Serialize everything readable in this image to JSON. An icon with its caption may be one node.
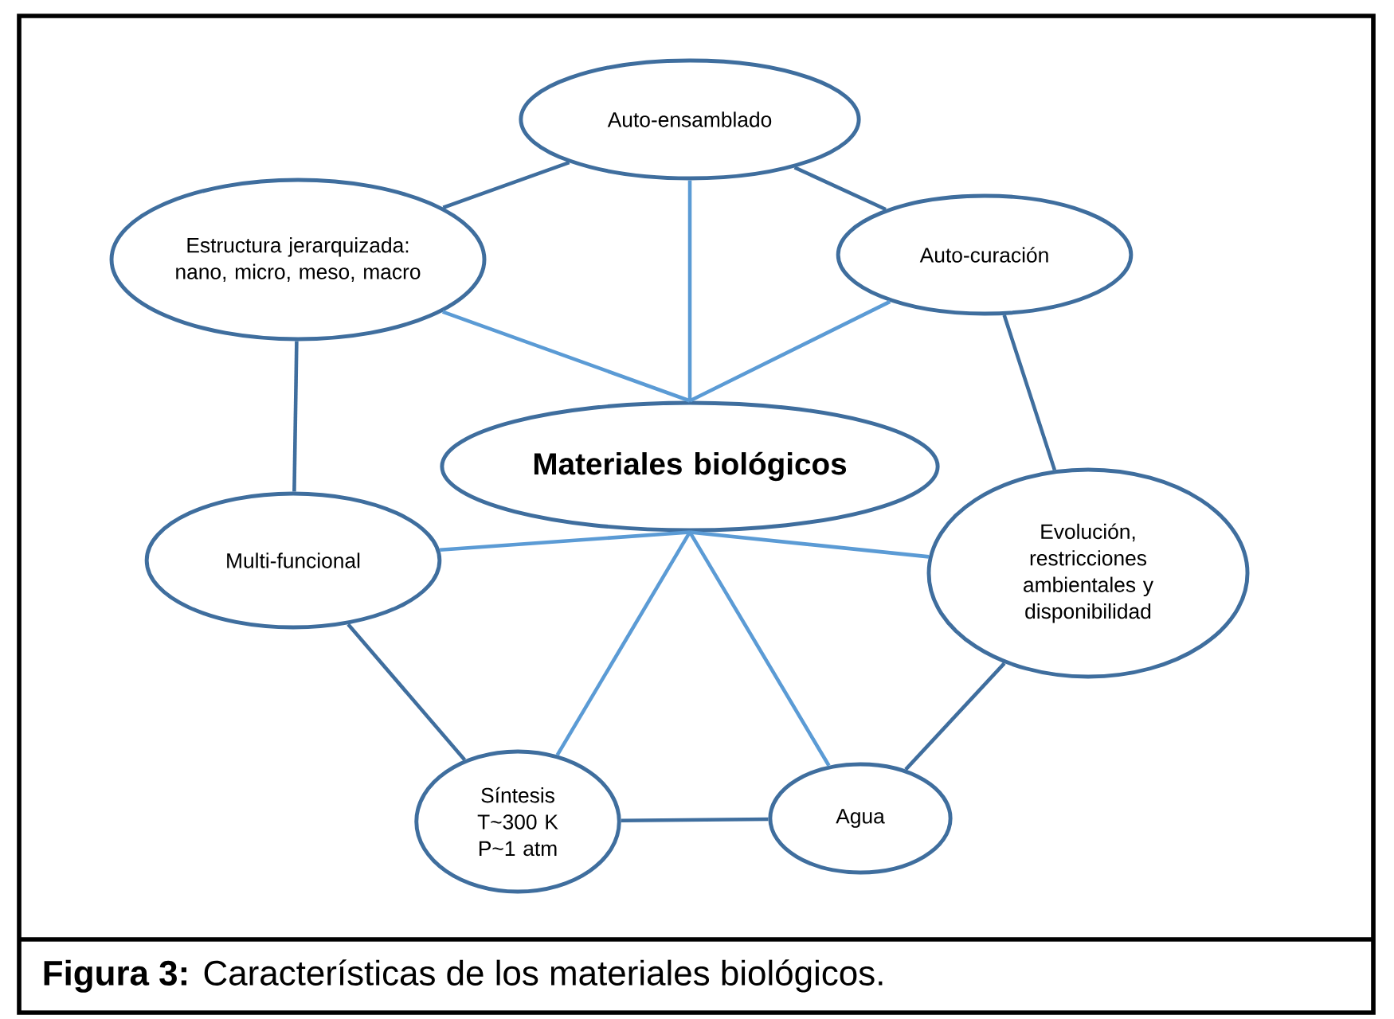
{
  "diagram": {
    "caption": "**Figura 3:** Características de los materiales biológicos.",
    "nodes": [
      {
        "text": [
          "Materiales biológicos"
        ]
      },
      {
        "text": [
          "Auto-ensamblado"
        ]
      },
      {
        "text": [
          "Estructura jerarquizada: nano, micro, meso, macro"
        ]
      },
      {
        "text": [
          "Auto-curación"
        ]
      },
      {
        "text": [
          "Multi-funcional"
        ]
      },
      {
        "text": [
          "Evolución, restricciones ambientales y disponibilidad"
        ]
      },
      {
        "text": [
          "Síntesis",
          "T~300 K",
          "P~1 atm"
        ]
      },
      {
        "text": [
          "Agua"
        ]
      }
    ],
    "edges": [
      {
        "from": 1,
        "to": 2,
        "arrow": "none"
      },
      {
        "from": 1,
        "to": 3,
        "arrow": "none"
      },
      {
        "from": 0,
        "to": 2,
        "arrow": "none",
        "color": "#5b9bd5"
      },
      {
        "from": 0,
        "to": 1,
        "arrow": "none",
        "color": "#5b9bd5"
      },
      {
        "from": 0,
        "to": 3,
        "arrow": "none",
        "color": "#5b9bd5"
      },
      {
        "from": 2,
        "to": 4,
        "arrow": "none"
      },
      {
        "from": 3,
        "to": 5,
        "arrow": "none"
      },
      {
        "from": 0,
        "to": 4,
        "arrow": "none",
        "color": "#5b9bd5"
      },
      {
        "from": 0,
        "to": 5,
        "arrow": "none",
        "color": "#5b9bd5"
      },
      {
        "from": 0,
        "to": 6,
        "arrow": "none",
        "color": "#5b9bd5"
      },
      {
        "from": 0,
        "to": 7,
        "arrow": "none",
        "color": "#5b9bd5"
      },
      {
        "from": 4,
        "to": 6,
        "arrow": "none"
      },
      {
        "from": 5,
        "to": 7,
        "arrow": "none"
      },
      {
        "from": 6,
        "to": 7,
        "arrow": "none"
      }
    ]
  }
}
